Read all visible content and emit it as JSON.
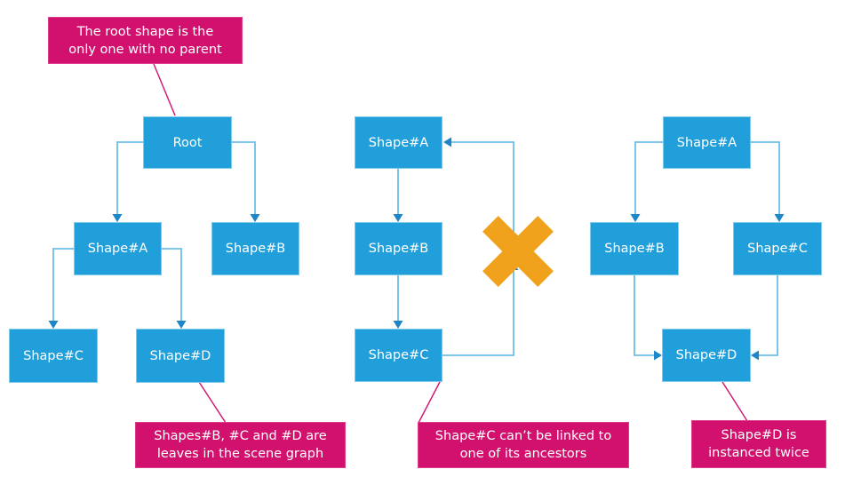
{
  "colors": {
    "node_fill": "#219fdb",
    "node_border": "#7ecbee",
    "connector": "#6fbee8",
    "arrowhead": "#1c86c8",
    "callout_fill": "#d2116e",
    "callout_border": "#dd3f8d",
    "leader": "#d2116e",
    "cross": "#f0a21d",
    "label_text": "#ffffff"
  },
  "icons": {
    "forbidden_cross": "x-mark"
  },
  "diagrams": {
    "tree": {
      "root": "Root",
      "shape_a": "Shape#A",
      "shape_b": "Shape#B",
      "shape_c": "Shape#C",
      "shape_d": "Shape#D"
    },
    "cycle": {
      "shape_a": "Shape#A",
      "shape_b": "Shape#B",
      "shape_c": "Shape#C"
    },
    "instancing": {
      "shape_a": "Shape#A",
      "shape_b": "Shape#B",
      "shape_c": "Shape#C",
      "shape_d": "Shape#D"
    }
  },
  "callouts": {
    "root": {
      "line1": "The root shape is the",
      "line2": "only one with no parent"
    },
    "leaves": {
      "line1": "Shapes#B, #C and #D are",
      "line2": "leaves in the scene graph"
    },
    "cycle": {
      "line1": "Shape#C can’t be linked to",
      "line2": "one of its ancestors"
    },
    "instance": {
      "line1": "Shape#D is",
      "line2": "instanced twice"
    }
  }
}
